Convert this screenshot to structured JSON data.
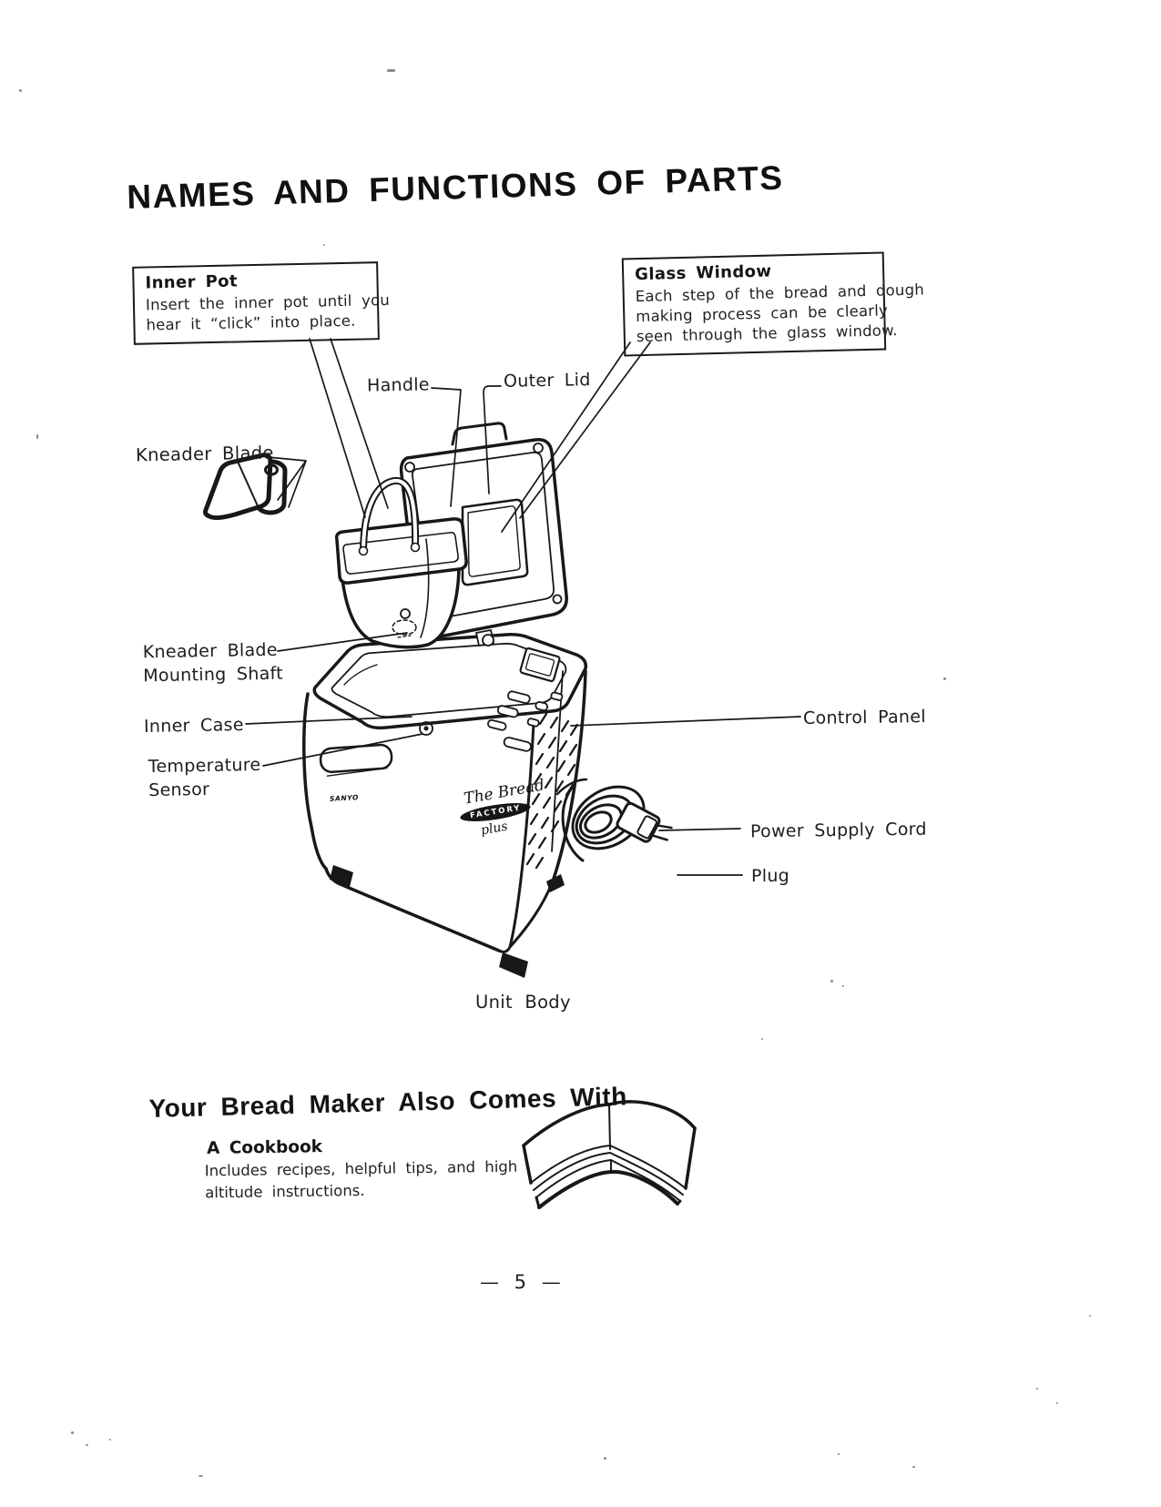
{
  "page": {
    "title": "NAMES AND FUNCTIONS OF PARTS",
    "page_number": "— 5 —"
  },
  "callouts": {
    "inner_pot": {
      "title": "Inner Pot",
      "body_lines": [
        "Insert the inner pot until you",
        "hear it  “click”  into place."
      ]
    },
    "glass_window": {
      "title": "Glass Window",
      "body_lines": [
        "Each step of the bread and dough",
        "making process can be clearly",
        "seen through the glass window."
      ]
    }
  },
  "labels": {
    "handle": "Handle",
    "outer_lid": "Outer Lid",
    "kneader_blade": "Kneader Blade",
    "mounting_shaft_lines": [
      "Kneader Blade",
      "Mounting Shaft"
    ],
    "inner_case": "Inner Case",
    "temperature_sensor_lines": [
      "Temperature",
      "Sensor"
    ],
    "control_panel": "Control Panel",
    "power_supply_cord": "Power Supply Cord",
    "plug": "Plug",
    "unit_body": "Unit Body"
  },
  "device": {
    "brand": "SANYO",
    "logo_script": "The Bread",
    "logo_badge": "FACTORY",
    "logo_sub": "plus"
  },
  "accessories": {
    "heading": "Your Bread Maker Also Comes With",
    "cookbook_title": "A Cookbook",
    "cookbook_lines": [
      "Includes recipes, helpful tips, and high",
      "altitude instructions."
    ]
  },
  "colors": {
    "ink": "#1a1a1a",
    "paper": "#ffffff"
  }
}
